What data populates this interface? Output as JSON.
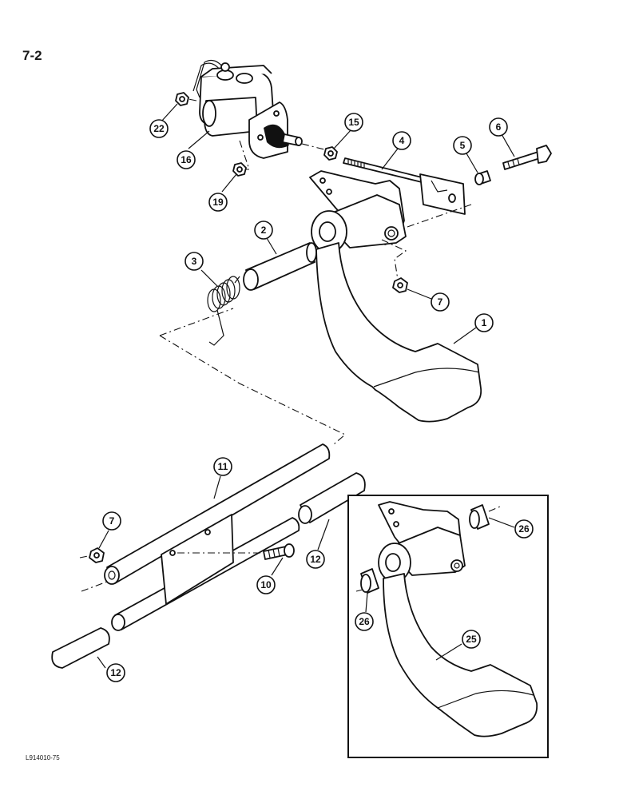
{
  "page_number": "7-2",
  "figure_code": "L914010-75",
  "callouts": [
    {
      "id": "c22",
      "label": "22"
    },
    {
      "id": "c16",
      "label": "16"
    },
    {
      "id": "c19",
      "label": "19"
    },
    {
      "id": "c15",
      "label": "15"
    },
    {
      "id": "c4",
      "label": "4"
    },
    {
      "id": "c5",
      "label": "5"
    },
    {
      "id": "c6",
      "label": "6"
    },
    {
      "id": "c2",
      "label": "2"
    },
    {
      "id": "c3",
      "label": "3"
    },
    {
      "id": "c7a",
      "label": "7"
    },
    {
      "id": "c1",
      "label": "1"
    },
    {
      "id": "c11",
      "label": "11"
    },
    {
      "id": "c7b",
      "label": "7"
    },
    {
      "id": "c10",
      "label": "10"
    },
    {
      "id": "c12a",
      "label": "12"
    },
    {
      "id": "c12b",
      "label": "12"
    },
    {
      "id": "c26a",
      "label": "26"
    },
    {
      "id": "c26b",
      "label": "26"
    },
    {
      "id": "c25",
      "label": "25"
    }
  ]
}
